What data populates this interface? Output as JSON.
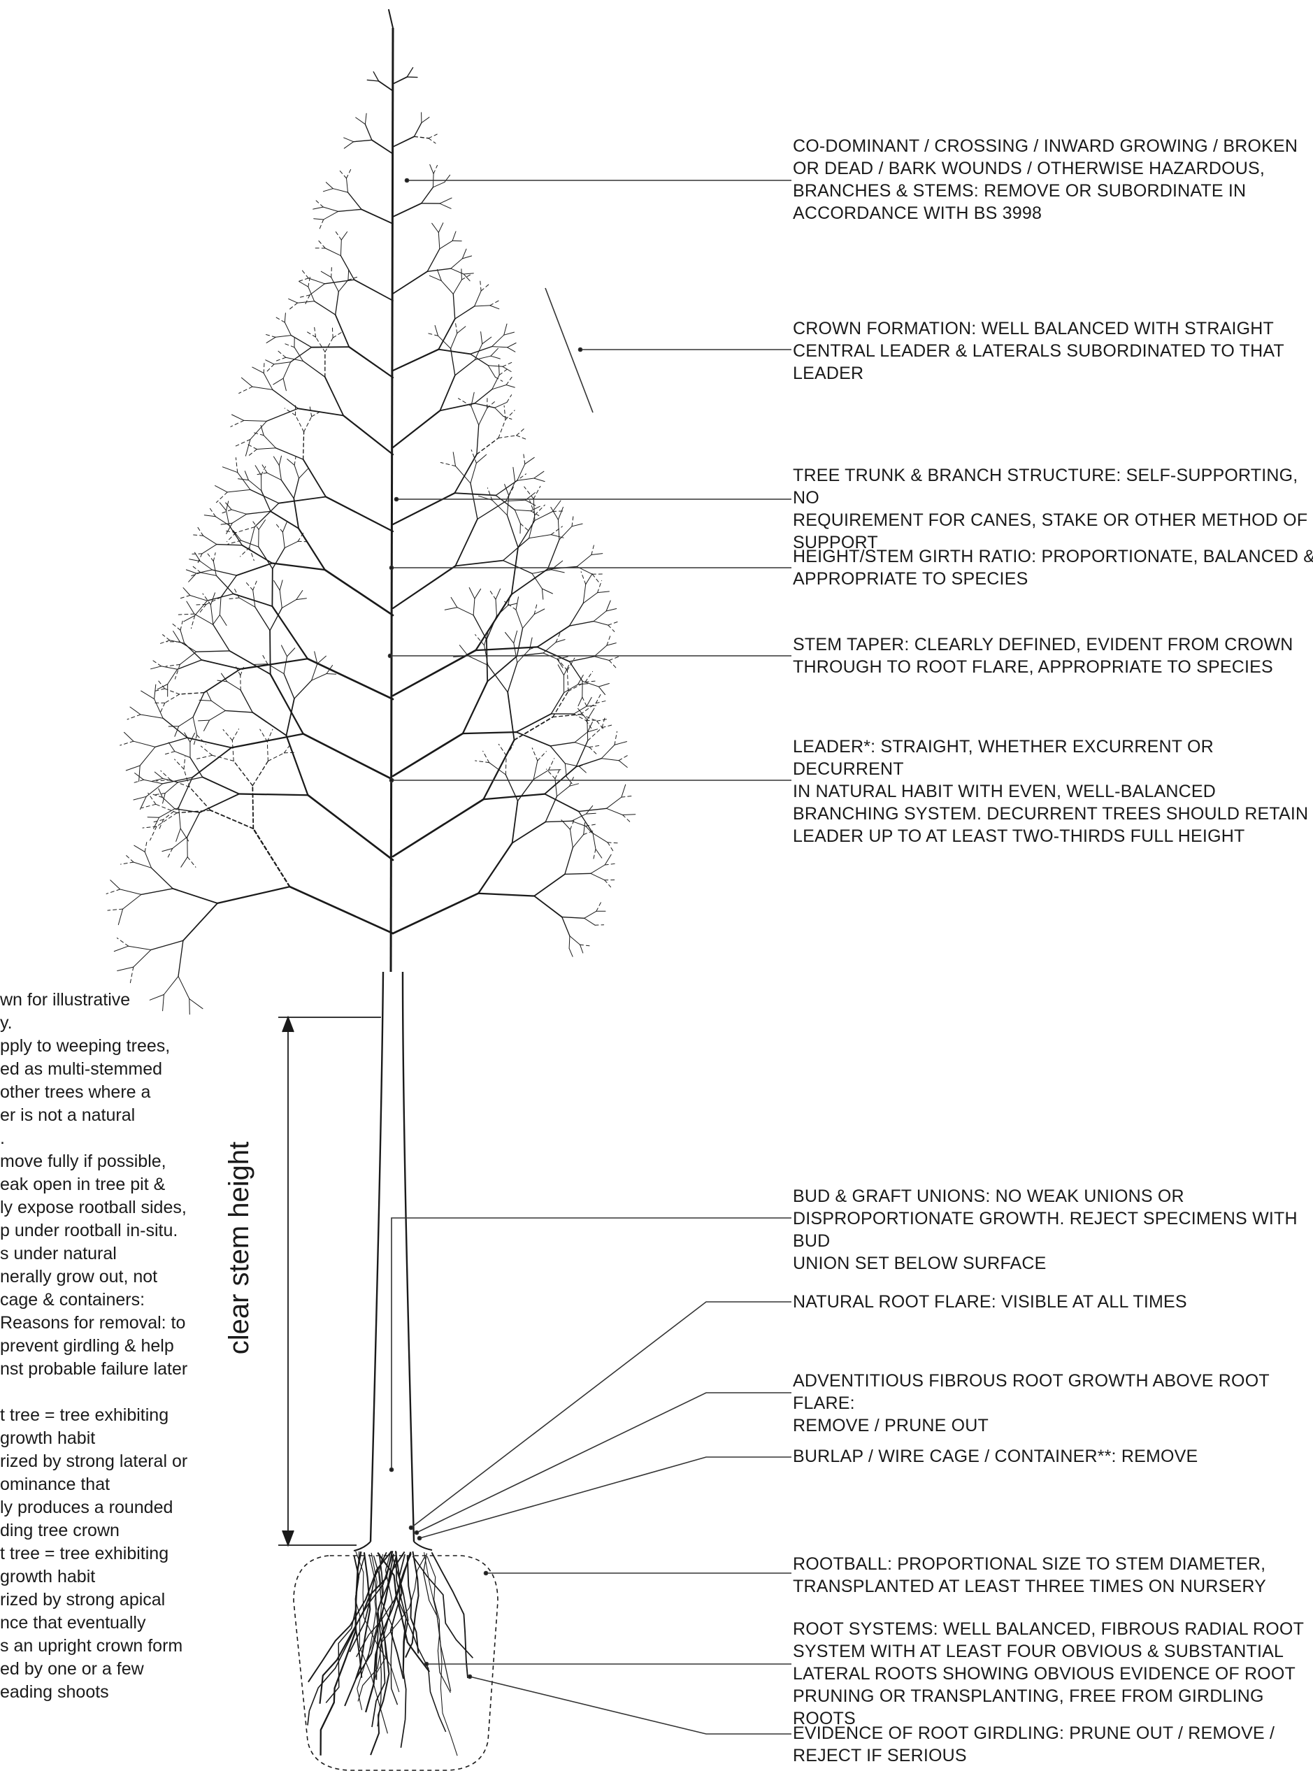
{
  "labels": [
    {
      "id": "pruning",
      "text": "CO-DOMINANT / CROSSING / INWARD GROWING / BROKEN\nOR DEAD / BARK WOUNDS / OTHERWISE HAZARDOUS,\nBRANCHES & STEMS: REMOVE OR SUBORDINATE IN\nACCORDANCE WITH BS 3998"
    },
    {
      "id": "crown",
      "text": "CROWN FORMATION: WELL BALANCED WITH STRAIGHT\nCENTRAL LEADER & LATERALS SUBORDINATED TO THAT\nLEADER"
    },
    {
      "id": "structure",
      "text": "TREE TRUNK & BRANCH STRUCTURE: SELF-SUPPORTING, NO\nREQUIREMENT FOR CANES, STAKE OR OTHER METHOD OF\nSUPPORT"
    },
    {
      "id": "ratio",
      "text": "HEIGHT/STEM GIRTH RATIO: PROPORTIONATE, BALANCED &\nAPPROPRIATE TO SPECIES"
    },
    {
      "id": "taper",
      "text": "STEM TAPER: CLEARLY DEFINED, EVIDENT FROM CROWN\nTHROUGH TO ROOT FLARE, APPROPRIATE TO SPECIES"
    },
    {
      "id": "leader",
      "text": "LEADER*: STRAIGHT, WHETHER EXCURRENT OR DECURRENT\nIN NATURAL HABIT WITH EVEN, WELL-BALANCED\nBRANCHING SYSTEM.  DECURRENT TREES SHOULD RETAIN\nLEADER UP TO AT LEAST TWO-THIRDS FULL HEIGHT"
    },
    {
      "id": "unions",
      "text": "BUD & GRAFT UNIONS: NO WEAK UNIONS OR\nDISPROPORTIONATE GROWTH. REJECT SPECIMENS WITH BUD\nUNION SET BELOW SURFACE"
    },
    {
      "id": "flare",
      "text": "NATURAL ROOT FLARE: VISIBLE AT ALL TIMES"
    },
    {
      "id": "adventitious",
      "text": "ADVENTITIOUS FIBROUS ROOT GROWTH ABOVE ROOT FLARE:\nREMOVE / PRUNE OUT"
    },
    {
      "id": "burlap",
      "text": "BURLAP / WIRE CAGE / CONTAINER**: REMOVE"
    },
    {
      "id": "rootball",
      "text": "ROOTBALL: PROPORTIONAL SIZE TO STEM DIAMETER,\nTRANSPLANTED AT LEAST THREE TIMES ON NURSERY"
    },
    {
      "id": "rootsystems",
      "text": "ROOT SYSTEMS: WELL BALANCED, FIBROUS RADIAL ROOT\nSYSTEM WITH AT LEAST FOUR OBVIOUS & SUBSTANTIAL\nLATERAL ROOTS SHOWING OBVIOUS EVIDENCE OF ROOT\nPRUNING OR TRANSPLANTING, FREE FROM GIRDLING ROOTS"
    },
    {
      "id": "girdling",
      "text": "EVIDENCE OF ROOT GIRDLING: PRUNE OUT / REMOVE /\nREJECT IF SERIOUS"
    }
  ],
  "notes": "wn for illustrative\ny.\npply to weeping trees,\ned as multi-stemmed\n other trees where a\ner is not a natural\n.\nmove fully if possible,\neak open in tree pit &\nly expose rootball sides,\np under rootball in-situ.\ns under natural\nnerally grow out, not\ncage & containers:\n Reasons for removal: to\n prevent girdling & help\nnst probable failure later\n\nt tree = tree exhibiting\ngrowth habit\nrized by strong lateral or\nominance that\nly produces a rounded\nding tree crown\nt tree = tree exhibiting\ngrowth habit\nrized by strong apical\nnce that eventually\ns an upright crown form\ned by one or a few\neading shoots",
  "dimension_label": "clear stem height"
}
